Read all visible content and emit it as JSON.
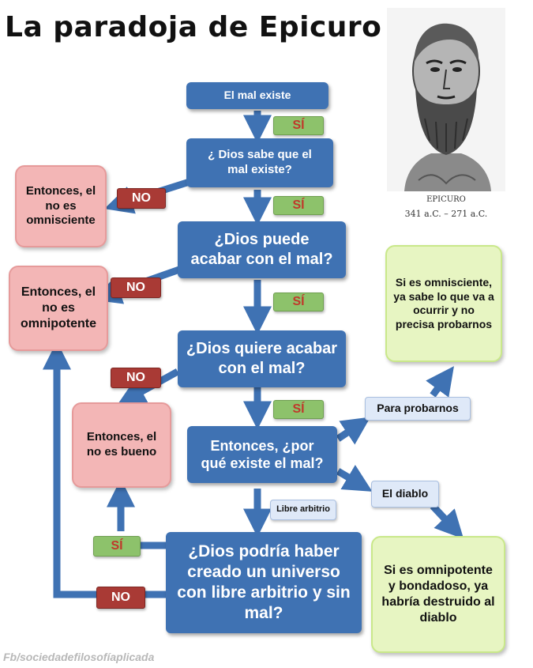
{
  "title": "La paradoja de Epicuro",
  "portrait": {
    "name": "EPICURO",
    "dates": "341 a.C. – 271 a.C."
  },
  "watermark": "Fb/sociedadefilosofíaplicada",
  "labels": {
    "yes": "SÍ",
    "no": "NO"
  },
  "questions": {
    "q1": "El mal existe",
    "q2": "¿ Dios sabe que el mal existe?",
    "q3": "¿Dios puede acabar con el mal?",
    "q4": "¿Dios quiere acabar con el mal?",
    "q5": "Entonces, ¿por qué existe el mal?",
    "q6": "¿Dios podría haber creado un universo con libre arbitrio y sin mal?"
  },
  "conclusions": {
    "not_omniscient": "Entonces, el no es omnisciente",
    "not_omnipotent": "Entonces, el no es omnipotente",
    "not_good": "Entonces, el no es bueno",
    "test_reply": "Si es omnisciente, ya sabe lo que va a ocurrir y no precisa probarnos",
    "devil_reply": "Si es omnipotente y bondadoso, ya habría destruido al diablo"
  },
  "answers": {
    "probarnos": "Para probarnos",
    "diablo": "El diablo",
    "libre_arbitrio": "Libre arbitrio"
  },
  "colors": {
    "question_blue": "#3f72b3",
    "conclusion_red": "#f3b6b6",
    "reply_green": "#e7f5c2",
    "answer_light_blue": "#dfe9f8",
    "yes_tag": "#8dc26b",
    "no_tag": "#a93a35"
  }
}
